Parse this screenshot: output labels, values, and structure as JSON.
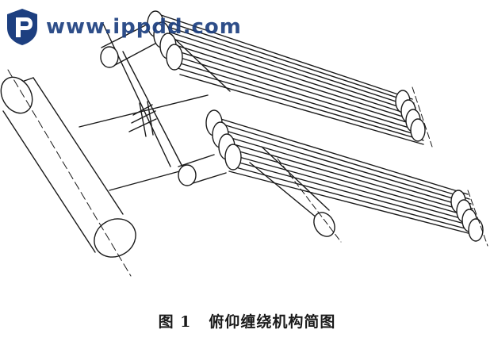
{
  "watermark": {
    "text": "www.ippdd.com",
    "color": "#1d3f80"
  },
  "figure": {
    "label": "图 1",
    "caption": "俯仰缠绕机构简图"
  },
  "colors": {
    "line": "#1a1a1a",
    "background": "#ffffff"
  }
}
